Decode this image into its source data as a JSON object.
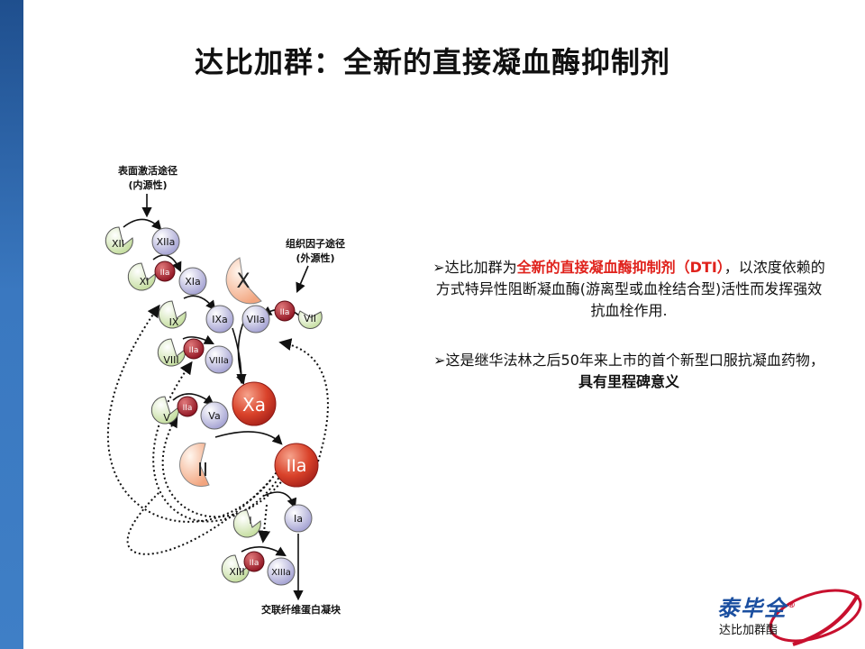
{
  "title": "达比加群：全新的直接凝血酶抑制剂",
  "diagram": {
    "intrinsic_line1": "表面激活途径",
    "intrinsic_line2": "(内源性)",
    "extrinsic_line1": "组织因子途径",
    "extrinsic_line2": "(外源性)",
    "end_label": "交联纤维蛋白凝块",
    "factors": {
      "XII": "XII",
      "XIIa": "XIIa",
      "XI": "XI",
      "XIa": "XIa",
      "IX": "IX",
      "IXa": "IXa",
      "VIII": "VIII",
      "VIIIa": "VIIIa",
      "V": "V",
      "Va": "Va",
      "X": "X",
      "Xa": "Xa",
      "VIIa": "VIIa",
      "VII": "VII",
      "II": "II",
      "IIa": "IIa",
      "I": "I",
      "Ia": "Ia",
      "XIII": "XIII",
      "XIIIa": "XIIIa",
      "thrombin_small": "IIa"
    }
  },
  "bullet1": {
    "marker": "➢",
    "pre": "达比加群为",
    "highlight": "全新的直接凝血酶抑制剂（DTI）",
    "post": "，以浓度依赖的方式特异性阻断凝血酶(游离型或血栓结合型)活性而发挥强效抗血栓作用."
  },
  "bullet2": {
    "marker": "➢",
    "pre": "这是继华法林之后50年来上市的首个新型口服抗凝血药物，",
    "emph": "具有里程碑意义"
  },
  "logo": {
    "brand": "泰毕全",
    "sub": "达比加群酯",
    "registered": "®"
  },
  "colors": {
    "sidebar": "#2d63a8",
    "highlight": "#e0221c",
    "logo_blue": "#1b4fa0",
    "logo_red": "#c8102e"
  }
}
